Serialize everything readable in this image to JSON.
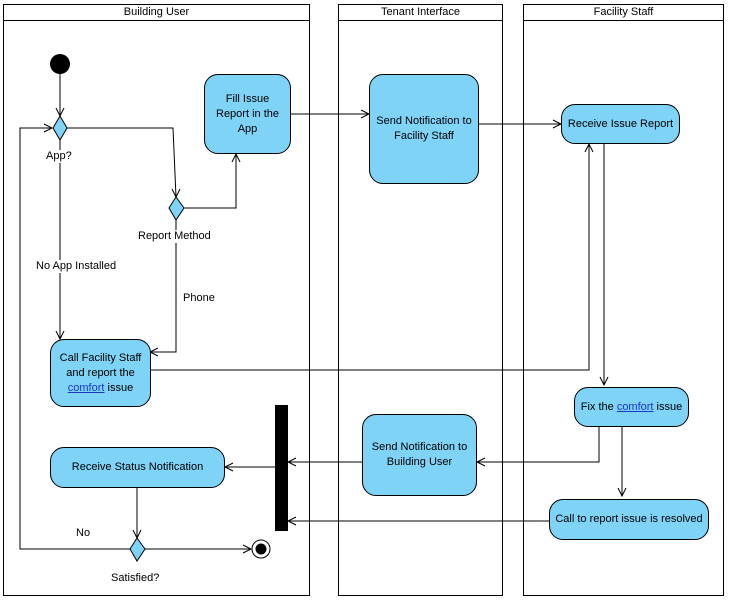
{
  "lanes": {
    "building_user": "Building User",
    "tenant_interface": "Tenant Interface",
    "facility_staff": "Facility Staff"
  },
  "nodes": {
    "fill_issue": "Fill Issue Report in the App",
    "send_notification_staff": "Send Notification to Facility Staff",
    "receive_issue": "Receive Issue Report",
    "call_staff_prefix": "Call Facility Staff and report the ",
    "call_staff_link": "comfort",
    "call_staff_suffix": " issue",
    "fix_prefix": "Fix the ",
    "fix_link": "comfort",
    "fix_suffix": " issue",
    "send_notification_user": "Send Notification to Building User",
    "receive_status": "Receive Status Notification",
    "call_resolved": "Call to report issue is resolved"
  },
  "labels": {
    "app_decision": "App?",
    "report_method": "Report Method",
    "no_app": "No App Installed",
    "phone": "Phone",
    "no": "No",
    "satisfied": "Satisfied?"
  },
  "colors": {
    "node_fill": "#7fd3f7",
    "link": "#1a35c8"
  }
}
